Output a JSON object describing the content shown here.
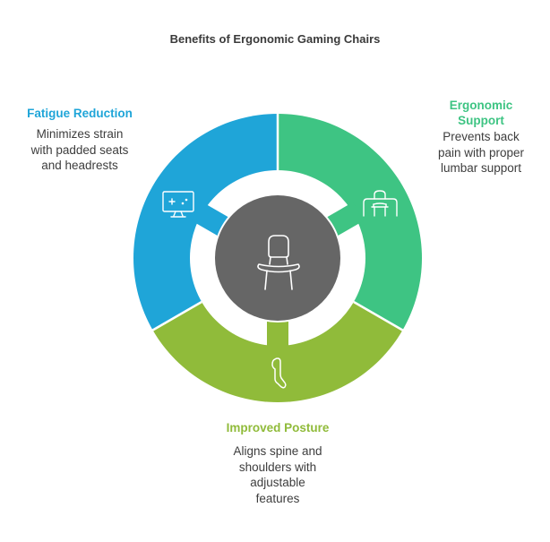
{
  "title": "Benefits of Ergonomic Gaming Chairs",
  "center": {
    "icon": "chair-icon",
    "color": "#666666"
  },
  "segments": [
    {
      "id": "fatigue",
      "heading": "Fatigue Reduction",
      "description_lines": [
        "Minimizes strain",
        "with padded seats",
        "and headrests"
      ],
      "color": "#1FA5D8",
      "icon": "monitor-gamepad-icon"
    },
    {
      "id": "ergo",
      "heading_lines": [
        "Ergonomic",
        "Support"
      ],
      "description_lines": [
        "Prevents back",
        "pain with proper",
        "lumbar support"
      ],
      "color": "#3EC483",
      "icon": "desk-chair-icon"
    },
    {
      "id": "posture",
      "heading": "Improved Posture",
      "description_lines": [
        "Aligns spine and",
        "shoulders with",
        "adjustable",
        "features"
      ],
      "color": "#90BB3A",
      "icon": "spine-icon"
    }
  ]
}
